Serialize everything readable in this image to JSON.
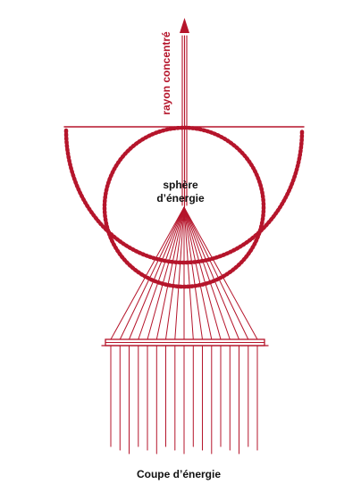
{
  "colors": {
    "ink": "#b5152b",
    "text": "#111111",
    "background": "#ffffff"
  },
  "labels": {
    "ray": "rayon concentré",
    "sphere_line1": "sphère",
    "sphere_line2": "d’énergie",
    "cup": "Coupe d’énergie"
  }
}
